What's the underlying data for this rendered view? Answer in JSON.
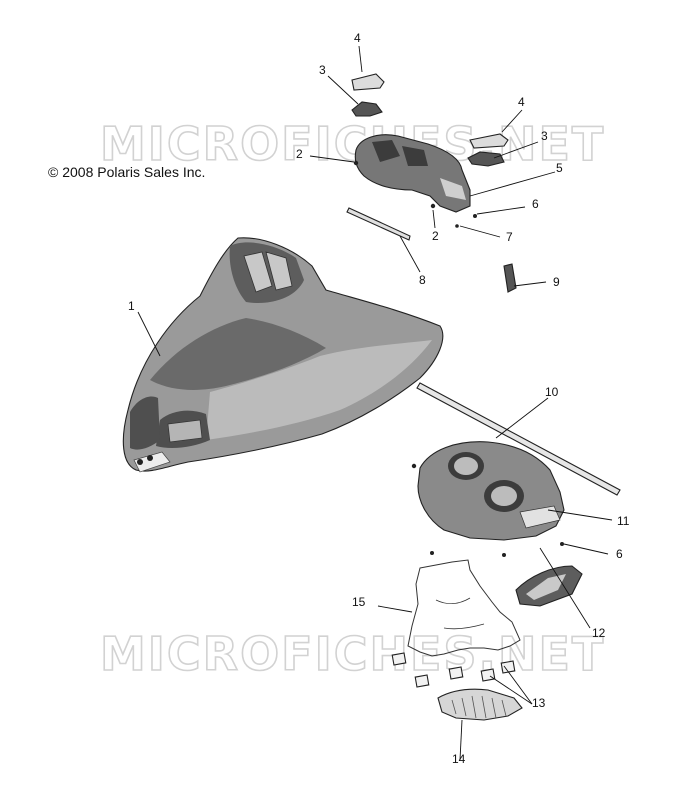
{
  "copyright": "© 2008 Polaris Sales Inc.",
  "watermark": "MICROFICHES.NET",
  "callouts": [
    {
      "id": "c4a",
      "label": "4"
    },
    {
      "id": "c3a",
      "label": "3"
    },
    {
      "id": "c4b",
      "label": "4"
    },
    {
      "id": "c3b",
      "label": "3"
    },
    {
      "id": "c2a",
      "label": "2"
    },
    {
      "id": "c5",
      "label": "5"
    },
    {
      "id": "c6a",
      "label": "6"
    },
    {
      "id": "c2b",
      "label": "2"
    },
    {
      "id": "c7",
      "label": "7"
    },
    {
      "id": "c8",
      "label": "8"
    },
    {
      "id": "c9",
      "label": "9"
    },
    {
      "id": "c1",
      "label": "1"
    },
    {
      "id": "c10",
      "label": "10"
    },
    {
      "id": "c11",
      "label": "11"
    },
    {
      "id": "c6b",
      "label": "6"
    },
    {
      "id": "c15",
      "label": "15"
    },
    {
      "id": "c12",
      "label": "12"
    },
    {
      "id": "c13",
      "label": "13"
    },
    {
      "id": "c14",
      "label": "14"
    }
  ]
}
